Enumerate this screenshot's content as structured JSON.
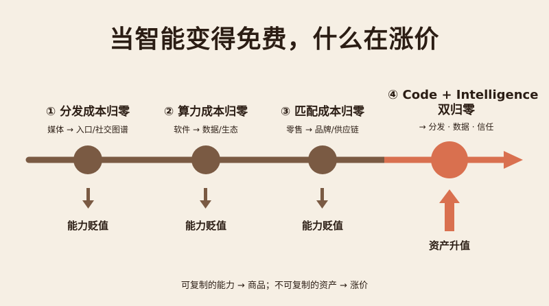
{
  "title": "当智能变得免费，什么在涨价",
  "stages": [
    {
      "title": "① 分发成本归零",
      "desc": "媒体 → 入口/社交图谱",
      "outcome": "能力贬值"
    },
    {
      "title": "② 算力成本归零",
      "desc": "软件 → 数据/生态",
      "outcome": "能力贬值"
    },
    {
      "title": "③ 匹配成本归零",
      "desc": "零售 → 品牌/供应链",
      "outcome": "能力贬值"
    },
    {
      "title_line1": "④ Code + Intelligence",
      "title_line2": "双归零",
      "desc": "→ 分发 · 数据 · 信任",
      "outcome": "资产升值"
    }
  ],
  "footer": "可复制的能力 → 商品；不可复制的资产 → 涨价",
  "colors": {
    "background": "#f6efe4",
    "line_brown": "#7a5a43",
    "node_brown": "#7a5a43",
    "accent": "#d9704f",
    "text": "#2b1d14"
  }
}
